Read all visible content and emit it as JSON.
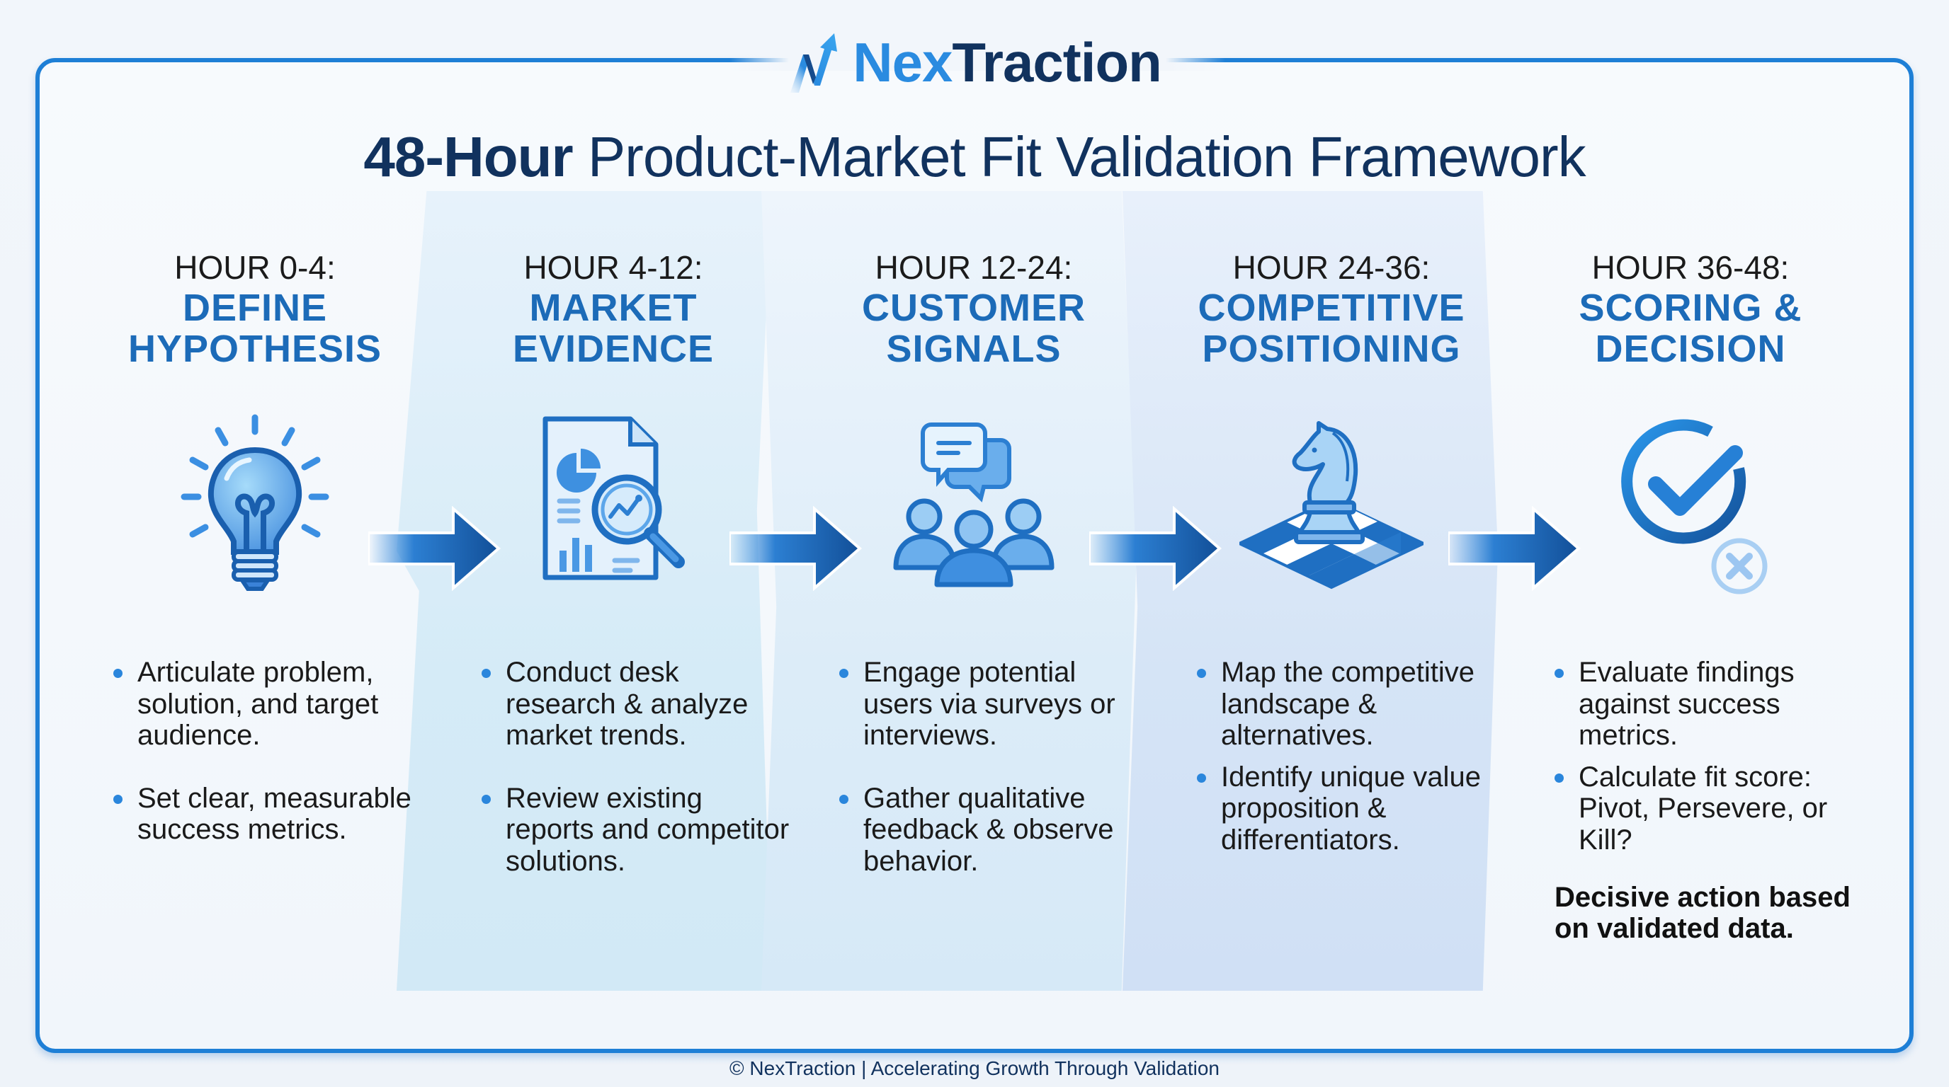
{
  "brand": {
    "name_part1": "Nex",
    "name_part2": "Traction",
    "logo_icon": "rising-arrow-n-icon",
    "colors": {
      "primary": "#2a8be0",
      "dark": "#11325e",
      "accent": "#1c6bb8",
      "frame": "#1e7fd6"
    }
  },
  "title": {
    "bold": "48-Hour",
    "rest": " Product-Market Fit Validation Framework"
  },
  "phases": [
    {
      "hour": "HOUR 0-4:",
      "name_line1": "DEFINE",
      "name_line2": "HYPOTHESIS",
      "icon": "lightbulb-icon",
      "bullets": [
        "Articulate problem, solution, and target audience.",
        "Set clear, measurable success metrics."
      ]
    },
    {
      "hour": "HOUR 4-12:",
      "name_line1": "MARKET",
      "name_line2": "EVIDENCE",
      "icon": "report-magnifier-icon",
      "bullets": [
        "Conduct desk research & analyze market trends.",
        "Review existing reports and competitor solutions."
      ]
    },
    {
      "hour": "HOUR 12-24:",
      "name_line1": "CUSTOMER",
      "name_line2": "SIGNALS",
      "icon": "people-chat-icon",
      "bullets": [
        "Engage potential users via surveys or interviews.",
        "Gather qualitative feedback & observe behavior."
      ]
    },
    {
      "hour": "HOUR 24-36:",
      "name_line1": "COMPETITIVE",
      "name_line2": "POSITIONING",
      "icon": "chess-knight-icon",
      "bullets": [
        "Map the competitive landscape & alternatives.",
        "Identify unique value proposition & differentiators."
      ]
    },
    {
      "hour": "HOUR 36-48:",
      "name_line1": "SCORING &",
      "name_line2": "DECISION",
      "icon": "check-circle-icon",
      "secondary_icon": "x-circle-icon",
      "bullets": [
        "Evaluate findings against success metrics.",
        "Calculate fit score: Pivot, Persevere, or Kill?"
      ],
      "conclusion": "Decisive action based on validated data."
    }
  ],
  "footer": "© NexTraction | Accelerating Growth Through Validation"
}
